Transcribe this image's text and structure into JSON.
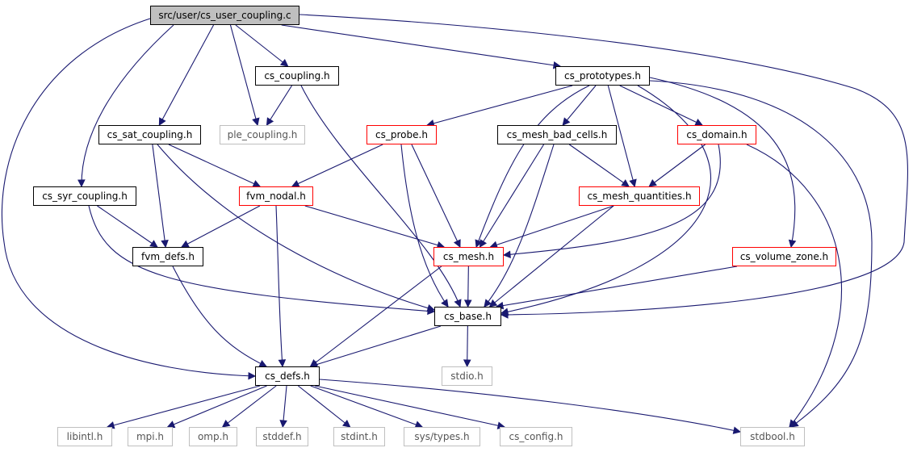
{
  "nodes": [
    {
      "id": "root",
      "label": "src/user/cs_user_coupling.c",
      "style": "root"
    },
    {
      "id": "cs_coupling",
      "label": "cs_coupling.h",
      "style": "black"
    },
    {
      "id": "cs_prototypes",
      "label": "cs_prototypes.h",
      "style": "black"
    },
    {
      "id": "cs_sat_coupling",
      "label": "cs_sat_coupling.h",
      "style": "black"
    },
    {
      "id": "ple_coupling",
      "label": "ple_coupling.h",
      "style": "gray"
    },
    {
      "id": "cs_probe",
      "label": "cs_probe.h",
      "style": "red"
    },
    {
      "id": "cs_mesh_bad_cells",
      "label": "cs_mesh_bad_cells.h",
      "style": "black"
    },
    {
      "id": "cs_domain",
      "label": "cs_domain.h",
      "style": "red"
    },
    {
      "id": "cs_syr_coupling",
      "label": "cs_syr_coupling.h",
      "style": "black"
    },
    {
      "id": "fvm_nodal",
      "label": "fvm_nodal.h",
      "style": "red"
    },
    {
      "id": "cs_mesh_quantities",
      "label": "cs_mesh_quantities.h",
      "style": "red"
    },
    {
      "id": "fvm_defs",
      "label": "fvm_defs.h",
      "style": "black"
    },
    {
      "id": "cs_mesh",
      "label": "cs_mesh.h",
      "style": "red"
    },
    {
      "id": "cs_volume_zone",
      "label": "cs_volume_zone.h",
      "style": "red"
    },
    {
      "id": "cs_base",
      "label": "cs_base.h",
      "style": "black"
    },
    {
      "id": "stdio",
      "label": "stdio.h",
      "style": "gray"
    },
    {
      "id": "cs_defs",
      "label": "cs_defs.h",
      "style": "black"
    },
    {
      "id": "libintl",
      "label": "libintl.h",
      "style": "gray"
    },
    {
      "id": "mpi",
      "label": "mpi.h",
      "style": "gray"
    },
    {
      "id": "omp",
      "label": "omp.h",
      "style": "gray"
    },
    {
      "id": "stddef",
      "label": "stddef.h",
      "style": "gray"
    },
    {
      "id": "stdint",
      "label": "stdint.h",
      "style": "gray"
    },
    {
      "id": "sys_types",
      "label": "sys/types.h",
      "style": "gray"
    },
    {
      "id": "cs_config",
      "label": "cs_config.h",
      "style": "gray"
    },
    {
      "id": "stdbool",
      "label": "stdbool.h",
      "style": "gray"
    }
  ],
  "edges": [
    [
      "root",
      "cs_coupling"
    ],
    [
      "root",
      "cs_prototypes"
    ],
    [
      "root",
      "cs_sat_coupling"
    ],
    [
      "root",
      "ple_coupling"
    ],
    [
      "root",
      "cs_syr_coupling"
    ],
    [
      "root",
      "cs_defs"
    ],
    [
      "root",
      "cs_base"
    ],
    [
      "cs_coupling",
      "ple_coupling"
    ],
    [
      "cs_coupling",
      "cs_base"
    ],
    [
      "cs_prototypes",
      "cs_probe"
    ],
    [
      "cs_prototypes",
      "cs_mesh_bad_cells"
    ],
    [
      "cs_prototypes",
      "cs_domain"
    ],
    [
      "cs_prototypes",
      "cs_mesh_quantities"
    ],
    [
      "cs_prototypes",
      "cs_mesh"
    ],
    [
      "cs_prototypes",
      "cs_volume_zone"
    ],
    [
      "cs_prototypes",
      "cs_base"
    ],
    [
      "cs_prototypes",
      "stdbool"
    ],
    [
      "cs_sat_coupling",
      "fvm_nodal"
    ],
    [
      "cs_sat_coupling",
      "fvm_defs"
    ],
    [
      "cs_sat_coupling",
      "cs_base"
    ],
    [
      "cs_probe",
      "fvm_nodal"
    ],
    [
      "cs_probe",
      "cs_mesh"
    ],
    [
      "cs_probe",
      "cs_base"
    ],
    [
      "cs_mesh_bad_cells",
      "cs_mesh_quantities"
    ],
    [
      "cs_mesh_bad_cells",
      "cs_mesh"
    ],
    [
      "cs_mesh_bad_cells",
      "cs_base"
    ],
    [
      "cs_domain",
      "cs_mesh_quantities"
    ],
    [
      "cs_domain",
      "cs_mesh"
    ],
    [
      "cs_domain",
      "stdbool"
    ],
    [
      "cs_syr_coupling",
      "fvm_defs"
    ],
    [
      "cs_syr_coupling",
      "cs_base"
    ],
    [
      "fvm_nodal",
      "fvm_defs"
    ],
    [
      "fvm_nodal",
      "cs_mesh"
    ],
    [
      "fvm_nodal",
      "cs_defs"
    ],
    [
      "cs_mesh_quantities",
      "cs_mesh"
    ],
    [
      "cs_mesh_quantities",
      "cs_base"
    ],
    [
      "fvm_defs",
      "cs_defs"
    ],
    [
      "cs_mesh",
      "cs_base"
    ],
    [
      "cs_mesh",
      "cs_defs"
    ],
    [
      "cs_volume_zone",
      "cs_base"
    ],
    [
      "cs_base",
      "stdio"
    ],
    [
      "cs_base",
      "cs_defs"
    ],
    [
      "cs_defs",
      "libintl"
    ],
    [
      "cs_defs",
      "mpi"
    ],
    [
      "cs_defs",
      "omp"
    ],
    [
      "cs_defs",
      "stddef"
    ],
    [
      "cs_defs",
      "stdint"
    ],
    [
      "cs_defs",
      "sys_types"
    ],
    [
      "cs_defs",
      "cs_config"
    ],
    [
      "cs_defs",
      "stdbool"
    ]
  ]
}
